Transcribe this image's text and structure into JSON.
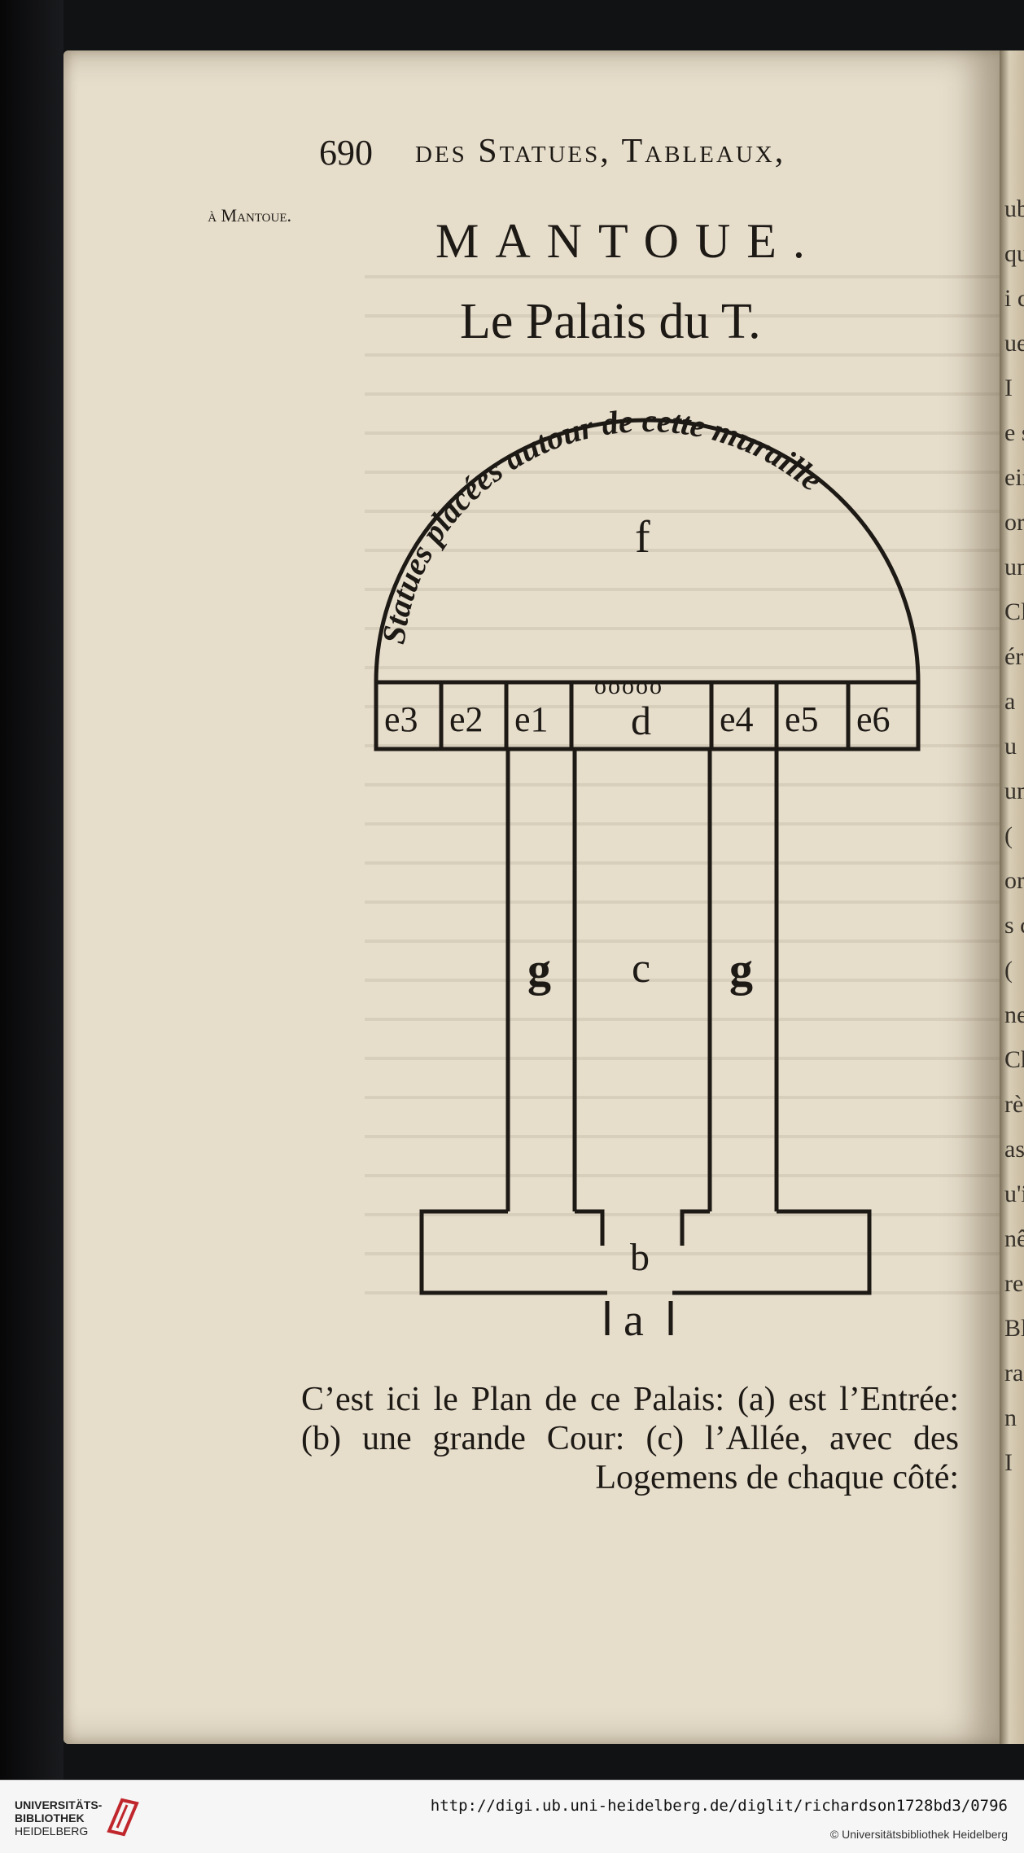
{
  "page": {
    "page_number": "690",
    "running_head": "des Statues, Tableaux,",
    "margin_note": "à Mantoue.",
    "city_title": "MANTOUE.",
    "palace_title": "Le Palais du T.",
    "caption": "C’est ici le Plan de ce Palais: (a) est l’Entrée: (b) une grande Cour: (c) l’Allée, avec des Logemens de chaque côté:"
  },
  "plan": {
    "arc_text": "Statues placées autour de cette muraille",
    "labels": {
      "f": "f",
      "d": "d",
      "dots": "ooooo",
      "e3": "e3",
      "e2": "e2",
      "e1": "e1",
      "e4": "e4",
      "e5": "e5",
      "e6": "e6",
      "c": "c",
      "g_left": "g",
      "g_right": "g",
      "b": "b",
      "a": "a"
    }
  },
  "next_page_fragments": [
    "ub",
    "qu",
    "i c",
    "ue",
    "I",
    "e s",
    "ein",
    "ort",
    "un",
    "Cla",
    "éri",
    "a",
    "u",
    "un",
    "(",
    "or",
    "s c",
    "(",
    "nei",
    "Che",
    "rèt",
    "as",
    "u'i",
    "nê",
    "re,",
    "Ble",
    "ra",
    "n",
    "I"
  ],
  "footer": {
    "logo_line1": "UNIVERSITÄTS-",
    "logo_line2": "BIBLIOTHEK",
    "logo_line3": "HEIDELBERG",
    "url": "http://digi.ub.uni-heidelberg.de/diglit/richardson1728bd3/0796",
    "copyright": "© Universitätsbibliothek Heidelberg"
  }
}
